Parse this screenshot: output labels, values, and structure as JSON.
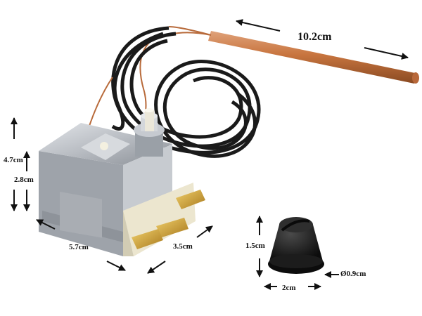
{
  "labels": {
    "bulb_length": "10.2cm",
    "body_height": "4.7cm",
    "body_lower_height": "2.8cm",
    "body_width": "5.7cm",
    "body_depth": "3.5cm",
    "knob_height": "1.5cm",
    "knob_width": "2cm",
    "shaft_diameter": "Ø0.9cm"
  },
  "colors": {
    "capillary_cable": "#1a1a1a",
    "copper_bulb": "#c8753f",
    "metal_housing": "#b8bcc2",
    "terminal_brass": "#d4a537",
    "base_block": "#ece6cf",
    "knob": "#141414"
  }
}
